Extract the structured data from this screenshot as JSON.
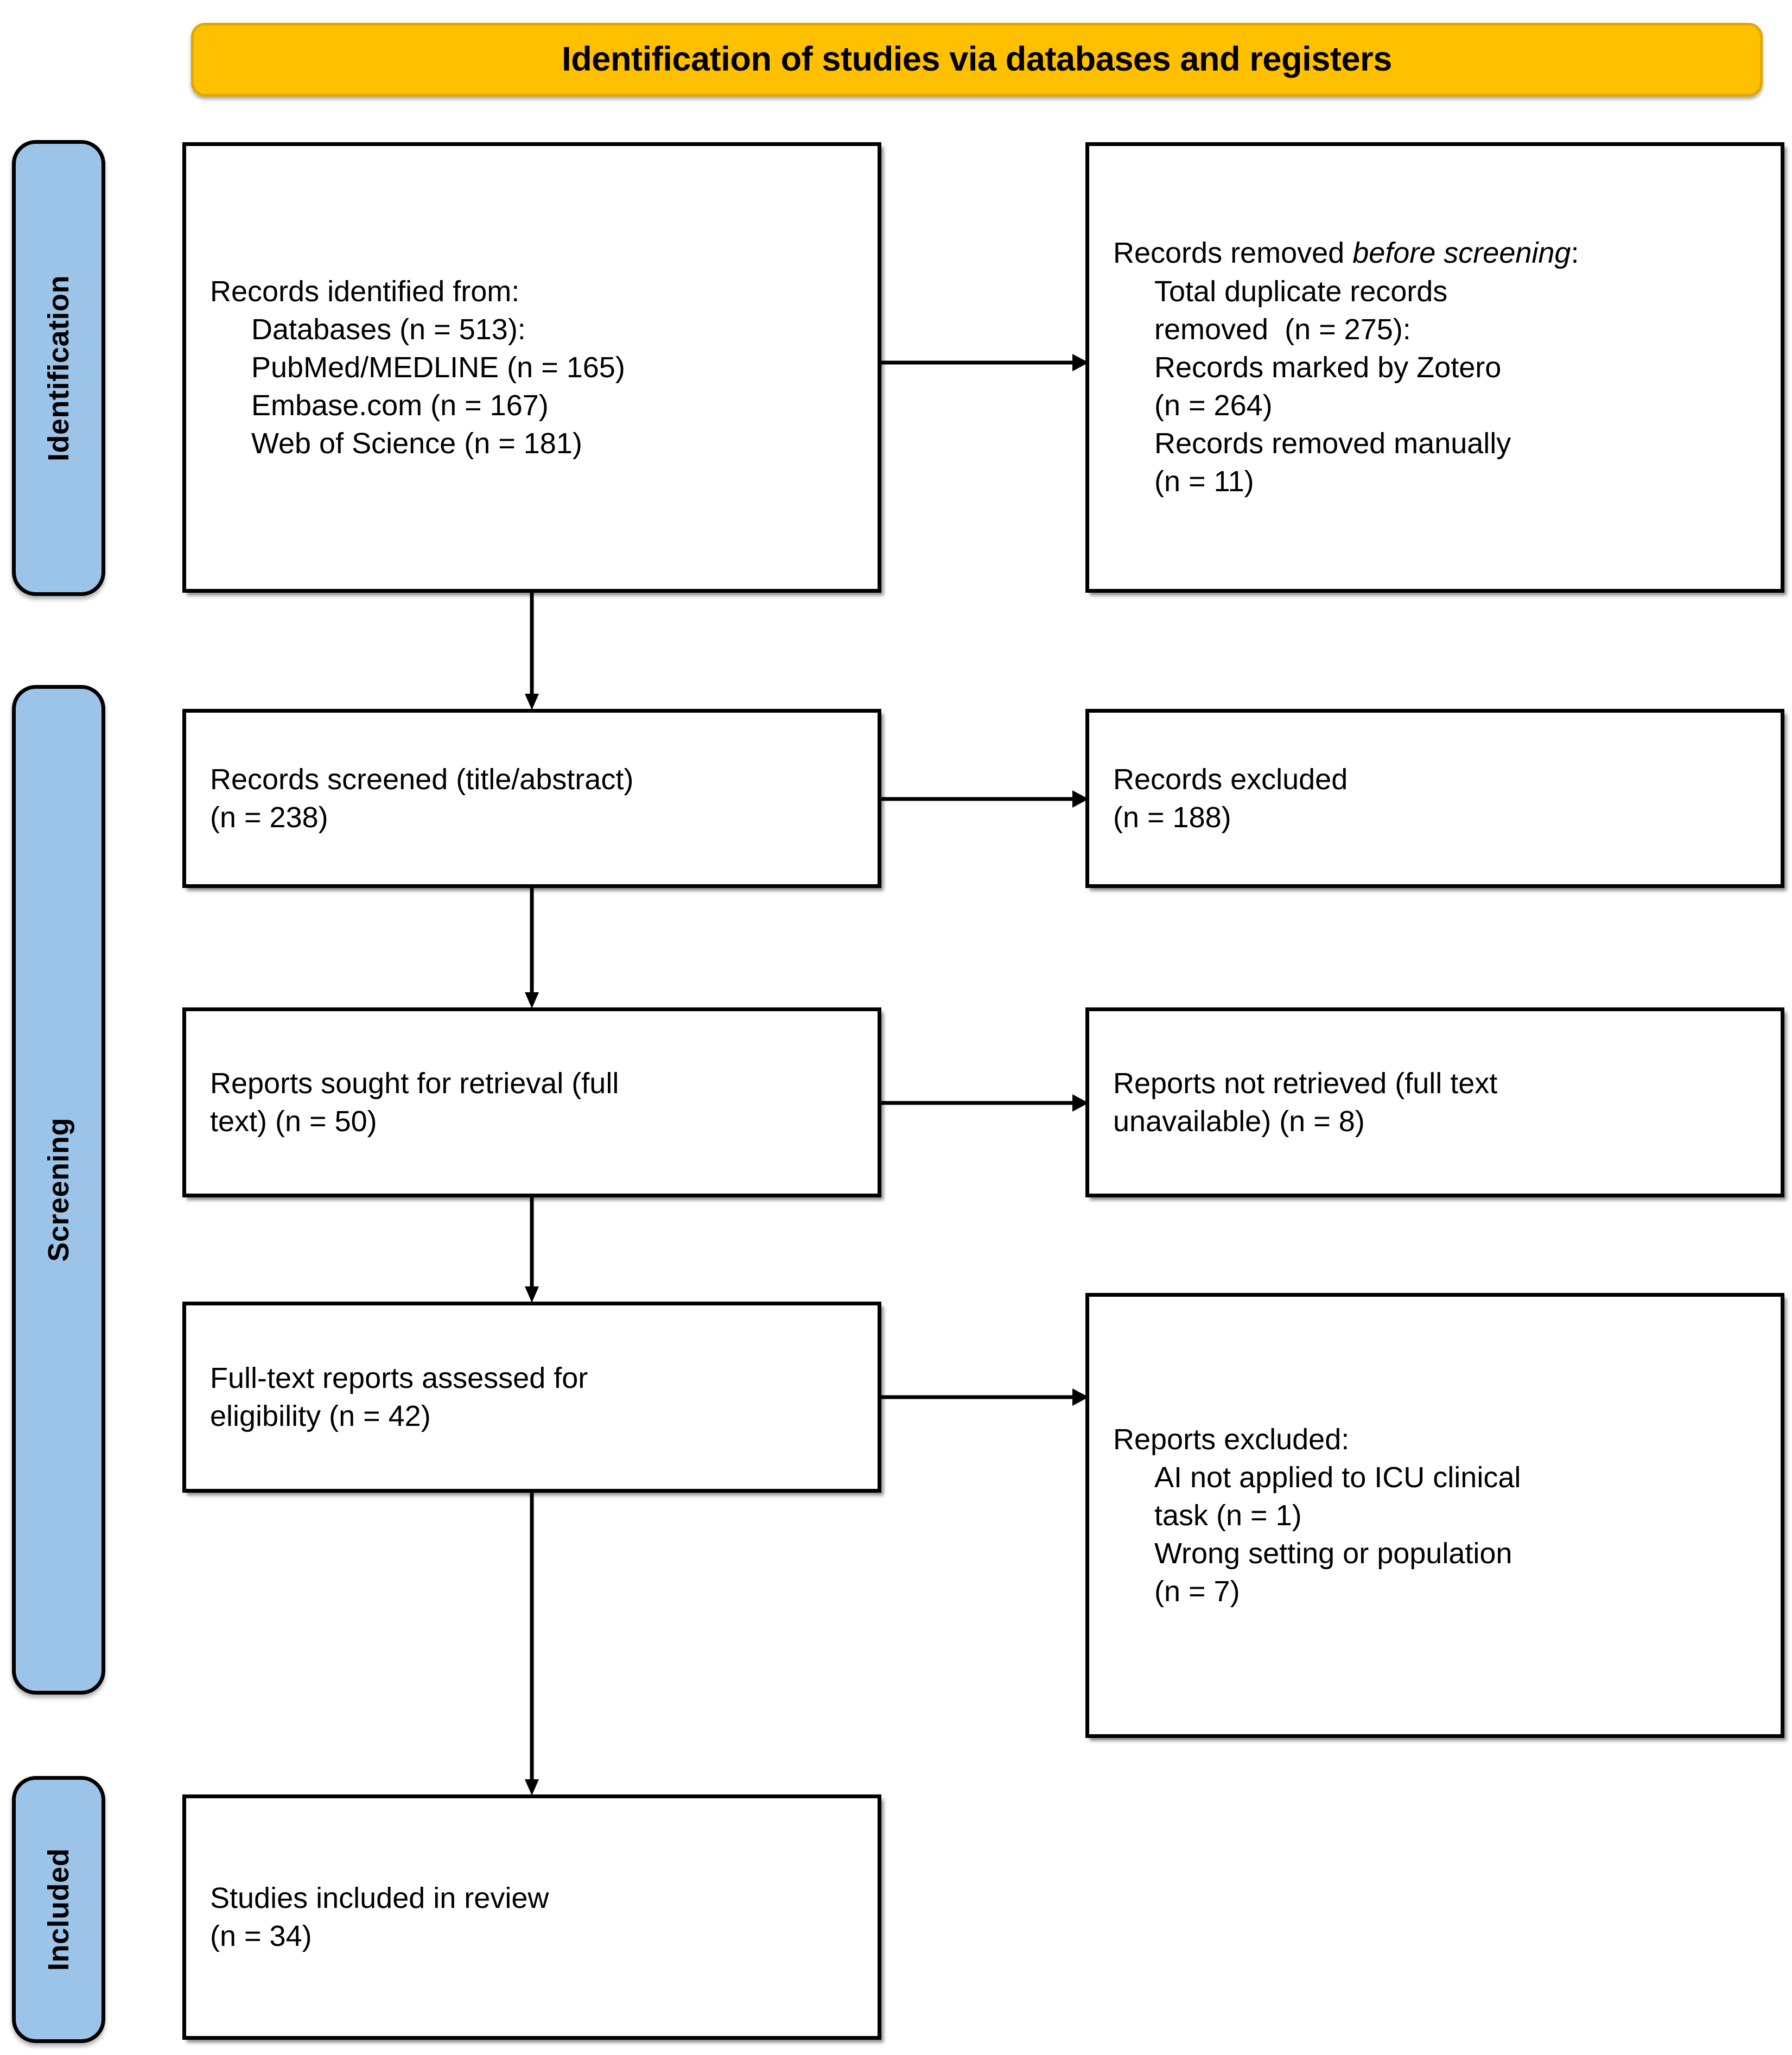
{
  "header": {
    "title": "Identification of studies via databases and registers",
    "bg_color": "#FFC000"
  },
  "phases": [
    {
      "id": "identification",
      "label": "Identification",
      "color": "#9CC3E8"
    },
    {
      "id": "screening",
      "label": "Screening",
      "color": "#9CC3E8"
    },
    {
      "id": "included",
      "label": "Included",
      "color": "#9CC3E8"
    }
  ],
  "boxes": {
    "identified": {
      "heading": "Records identified from:",
      "items": [
        "Databases (n = 513):",
        "PubMed/MEDLINE (n = 165)",
        "Embase.com (n = 167)",
        "Web of Science (n = 181)"
      ]
    },
    "removed_before": {
      "heading_plain_1": "Records removed ",
      "heading_italic": "before screening",
      "heading_plain_2": ":",
      "items": [
        "Total duplicate records",
        "removed  (n = 275):",
        "Records marked by Zotero",
        "(n = 264)",
        "Records removed manually",
        "(n = 11)"
      ]
    },
    "screened": {
      "line1": "Records screened (title/abstract)",
      "line2": "(n = 238)"
    },
    "records_excluded": {
      "line1": "Records excluded",
      "line2": "(n = 188)"
    },
    "sought": {
      "line1": "Reports sought for retrieval (full",
      "line2": "text) (n = 50)"
    },
    "not_retrieved": {
      "line1": "Reports not retrieved (full text",
      "line2": "unavailable) (n = 8)"
    },
    "fulltext_assessed": {
      "line1": "Full-text reports assessed for",
      "line2": "eligibility (n = 42)"
    },
    "reports_excluded": {
      "heading": "Reports excluded:",
      "items": [
        "AI not applied to ICU clinical",
        "task (n = 1)",
        "Wrong setting or population",
        "(n = 7)"
      ]
    },
    "included": {
      "line1": "Studies included in review",
      "line2": "(n = 34)"
    }
  },
  "flow_counts": {
    "records_identified_total": 513,
    "pubmed_medline": 165,
    "embase": 167,
    "web_of_science": 181,
    "duplicates_removed_total": 275,
    "zotero_marked": 264,
    "manually_removed": 11,
    "records_screened": 238,
    "records_excluded": 188,
    "reports_sought": 50,
    "reports_not_retrieved": 8,
    "fulltext_assessed": 42,
    "excluded_ai_not_applied": 1,
    "excluded_wrong_setting": 7,
    "studies_included": 34
  }
}
